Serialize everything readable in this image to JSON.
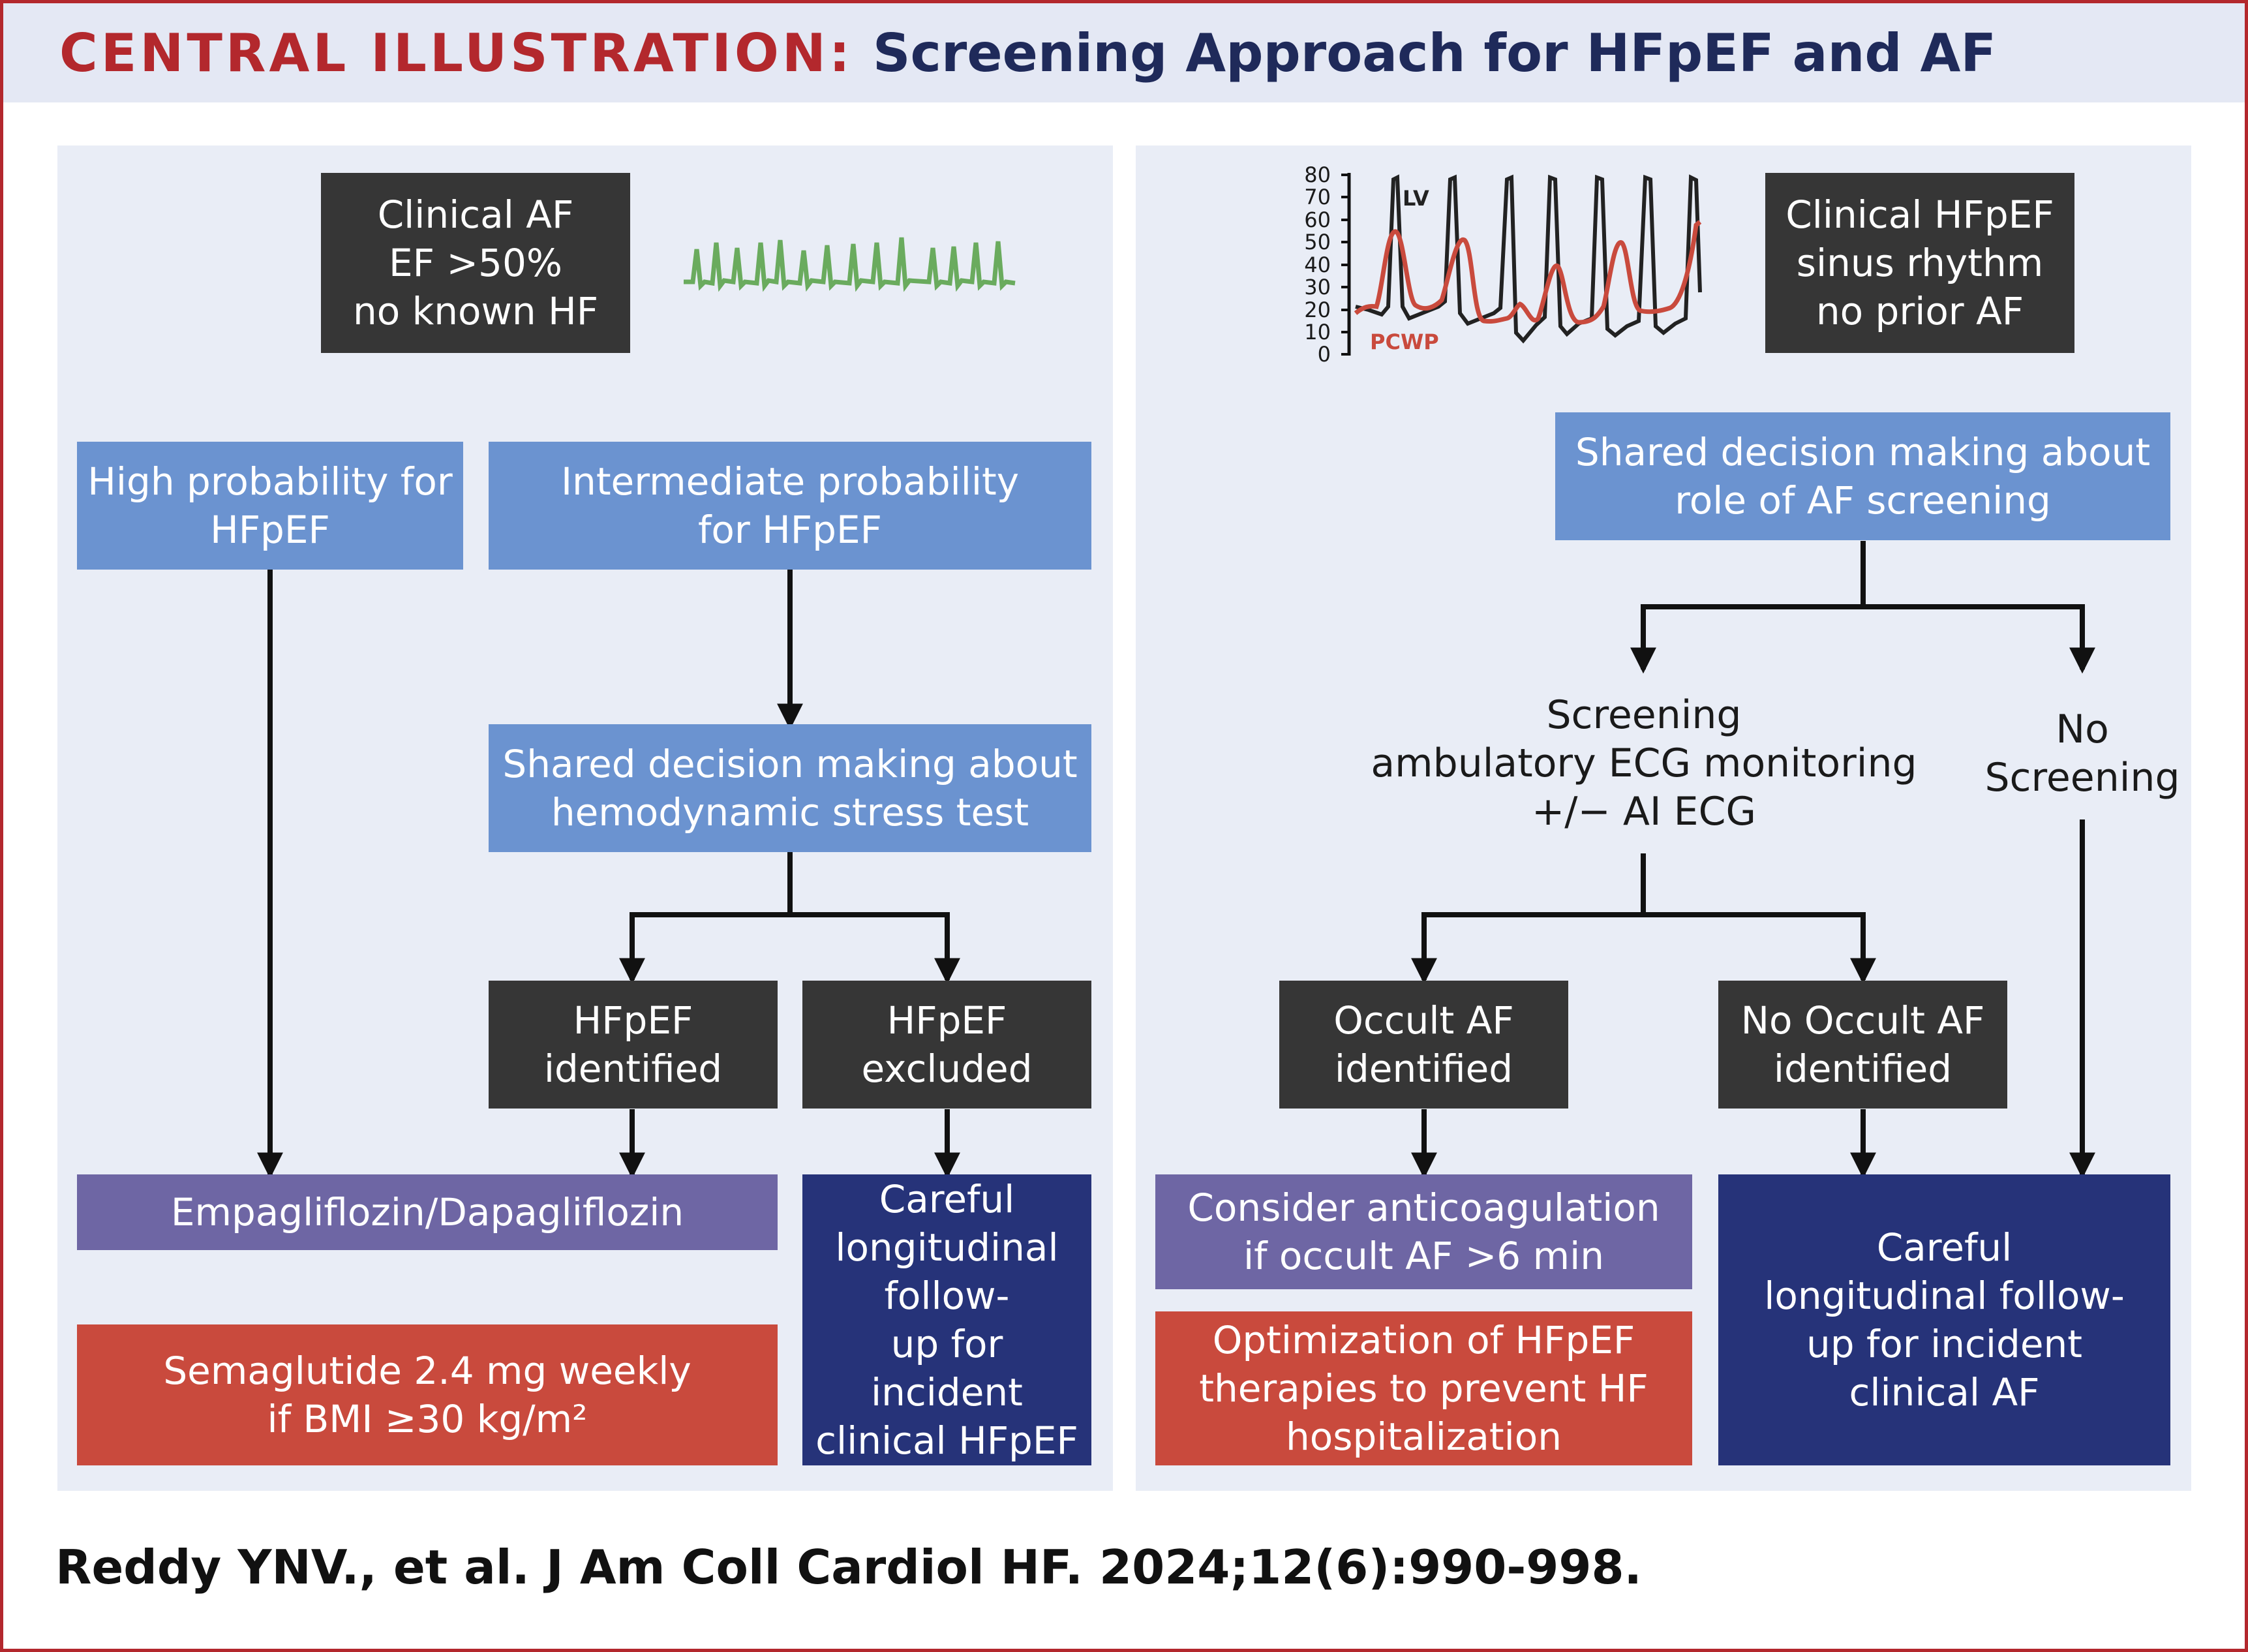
{
  "header": {
    "label": "CENTRAL ILLUSTRATION:",
    "title": "Screening Approach for HFpEF and AF"
  },
  "left": {
    "start": "Clinical AF\nEF >50%\nno known HF",
    "high_prob": "High probability for\nHFpEF",
    "intermediate_prob": "Intermediate probability\nfor HFpEF",
    "shared_decision": "Shared decision making about\nhemodynamic stress test",
    "hfpef_identified": "HFpEF\nidentified",
    "hfpef_excluded": "HFpEF\nexcluded",
    "empagliflozin": "Empagliflozin/Dapagliflozin",
    "semaglutide": "Semaglutide 2.4 mg weekly\nif BMI ≥30 kg/m²",
    "followup": "Careful\nlongitudinal\nfollow-\nup for incident\nclinical HFpEF"
  },
  "right": {
    "start": "Clinical HFpEF\nsinus rhythm\nno prior AF",
    "shared_decision": "Shared decision making about\nrole of AF screening",
    "screening": "Screening\nambulatory ECG monitoring\n+/− AI ECG",
    "no_screening": "No\nScreening",
    "occult_af": "Occult AF\nidentified",
    "no_occult_af": "No Occult AF\nidentified",
    "anticoagulation": "Consider anticoagulation\nif occult AF >6 min",
    "optimization": "Optimization of HFpEF\ntherapies to prevent HF\nhospitalization",
    "followup": "Careful\nlongitudinal follow-\nup for incident\nclinical AF"
  },
  "pressure_chart": {
    "y_ticks": [
      "80",
      "70",
      "60",
      "50",
      "40",
      "30",
      "20",
      "10",
      "0"
    ],
    "lv_label": "LV",
    "pcwp_label": "PCWP",
    "colors": {
      "lv": "#222222",
      "pcwp": "#c94a3d",
      "ecg": "#6aab5e"
    }
  },
  "citation": "Reddy YNV., et al. J Am Coll Cardiol HF. 2024;12(6):990-998."
}
